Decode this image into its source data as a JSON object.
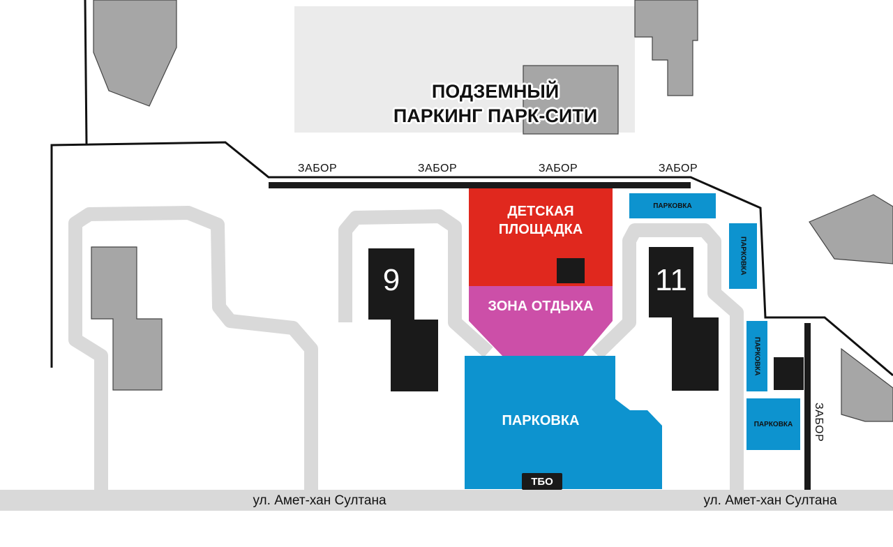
{
  "underground_parking": {
    "line1": "ПОДЗЕМНЫЙ",
    "line2": "ПАРКИНГ ПАРК-СИТИ"
  },
  "fence_labels": [
    "ЗАБОР",
    "ЗАБОР",
    "ЗАБОР",
    "ЗАБОР"
  ],
  "fence_right_label": "ЗАБОР",
  "playground": {
    "line1": "ДЕТСКАЯ",
    "line2": "ПЛОЩАДКА"
  },
  "rest_zone": "ЗОНА ОТДЫХА",
  "main_parking": "ПАРКОВКА",
  "waste": "ТБО",
  "building_9": "9",
  "building_11": "11",
  "small_parking": [
    "ПАРКОВКА",
    "ПАРКОВКА",
    "ПАРКОВКА",
    "ПАРКОВКА"
  ],
  "street_left": "ул. Амет-хан Султана",
  "street_right": "ул. Амет-хан Султана",
  "colors": {
    "building": "#a6a6a6",
    "building_dark": "#1a1a1a",
    "road": "#d9d9d9",
    "parking_zone": "#ebebeb",
    "playground": "#e0281e",
    "rest_zone": "#cc4fa8",
    "parking": "#0d93cf"
  }
}
